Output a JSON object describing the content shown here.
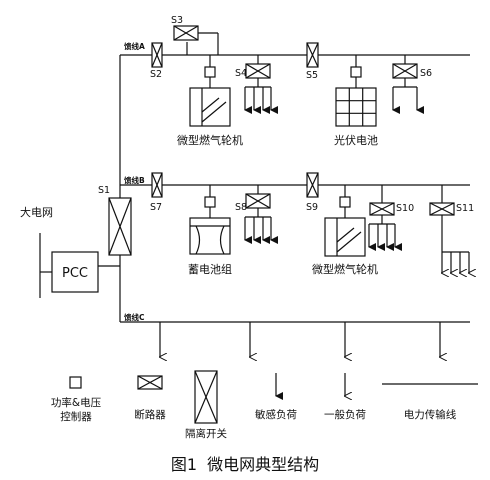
{
  "labels": {
    "grid": "大电网",
    "pcc": "PCC",
    "s1": "S1",
    "s2": "S2",
    "s3": "S3",
    "s4": "S4",
    "s5": "S5",
    "s6": "S6",
    "s7": "S7",
    "s8": "S8",
    "s9": "S9",
    "s10": "S10",
    "s11": "S11",
    "feeder_a": "馈线A",
    "feeder_b": "馈线B",
    "feeder_c": "馈线C",
    "microturbine_1": "微型燃气轮机",
    "pv": "光伏电池",
    "battery": "蓄电池组",
    "microturbine_2": "微型燃气轮机"
  },
  "legend": {
    "controller_line1": "功率&电压",
    "controller_line2": "控制器",
    "breaker": "断路器",
    "isolator": "隔离开关",
    "sensitive_load": "敏感负荷",
    "general_load": "一般负荷",
    "line": "电力传输线"
  },
  "caption": "图1  微电网典型结构"
}
